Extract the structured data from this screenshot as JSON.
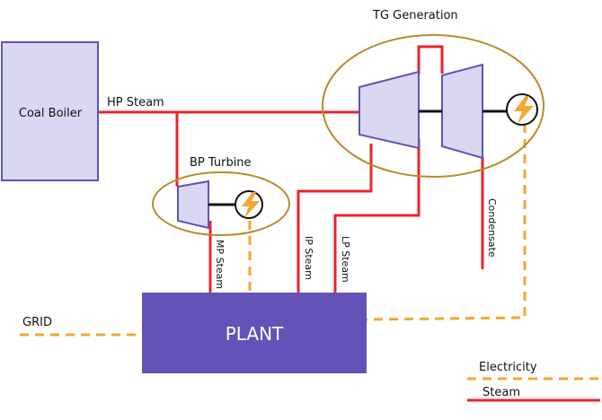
{
  "labels": {
    "coal_boiler": "Coal Boiler",
    "hp_steam": "HP Steam",
    "bp_turbine": "BP Turbine",
    "tg_generation": "TG Generation",
    "mp_steam": "MP Steam",
    "ip_steam": "IP Steam",
    "lp_steam": "LP Steam",
    "condensate": "Condensate",
    "grid": "GRID",
    "plant": "PLANT"
  },
  "legend": {
    "electricity": "Electricity",
    "steam": "Steam"
  },
  "colors": {
    "steam": "#e8252a",
    "electricity": "#f4a630",
    "boiler_fill": "#d9d7f2",
    "boiler_stroke": "#5d55b5",
    "turbine_fill": "#d9d7f2",
    "turbine_stroke": "#5d55b5",
    "plant_fill": "#6552b8",
    "ellipse_stroke": "#b98a2c",
    "generator_bolt": "#f4a630"
  },
  "icons": {
    "generator": "lightning-bolt-icon"
  }
}
